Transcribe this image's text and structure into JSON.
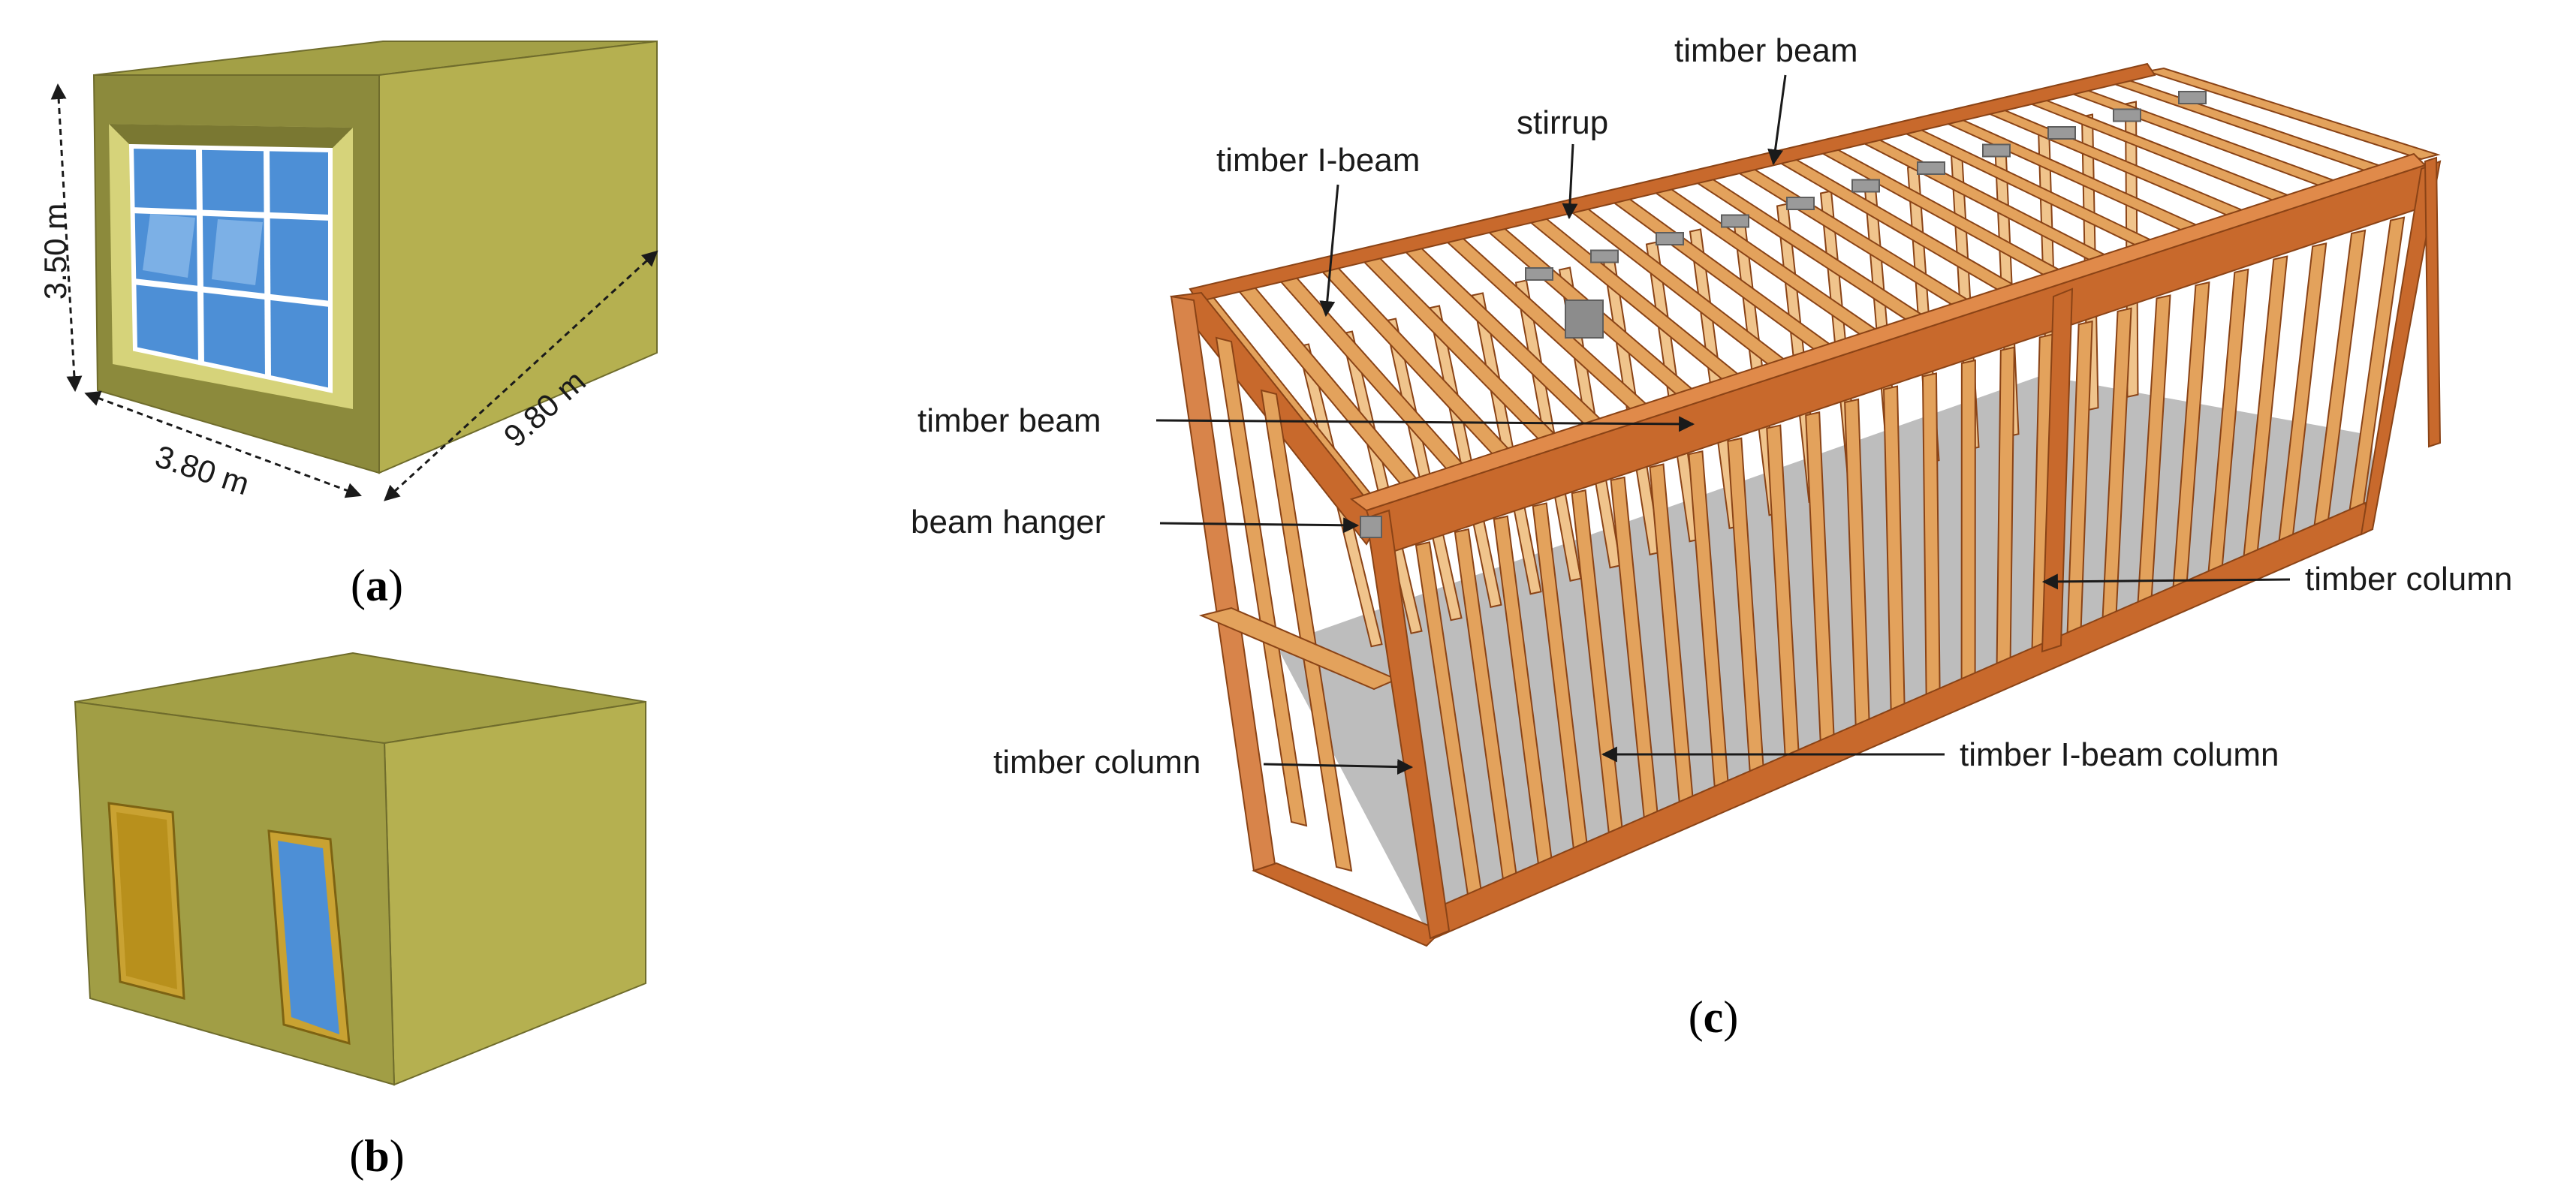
{
  "panels": {
    "a": {
      "caption_open": "(",
      "caption_letter": "a",
      "caption_close": ")",
      "dimensions": {
        "height": "3.50 m",
        "width": "3.80 m",
        "length": "9.80 m"
      }
    },
    "b": {
      "caption_open": "(",
      "caption_letter": "b",
      "caption_close": ")"
    },
    "c": {
      "caption_open": "(",
      "caption_letter": "c",
      "caption_close": ")",
      "labels": {
        "timber_beam_top": "timber beam",
        "stirrup": "stirrup",
        "timber_i_beam": "timber I-beam",
        "timber_beam_side": "timber beam",
        "beam_hanger": "beam hanger",
        "timber_column_right": "timber column",
        "timber_column_left": "timber column",
        "timber_i_beam_column": "timber I-beam column"
      }
    }
  },
  "colors": {
    "module_front": "#8c8a3c",
    "module_side": "#b5b050",
    "module_top": "#a3a046",
    "glass": "#4d8fd6",
    "door": "#b8901c",
    "timber_dark": "#c8692c",
    "timber_light": "#e3a25c",
    "steel": "#9a9a9a"
  }
}
